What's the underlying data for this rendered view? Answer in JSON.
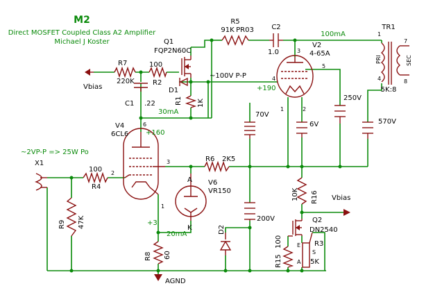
{
  "title": "M2",
  "subtitle_line1": "Direct MOSFET Coupled Class A2 Amplifier",
  "subtitle_line2": "Michael J Koster",
  "q1": {
    "name": "Q1",
    "part": "FQP2N60C"
  },
  "r7": {
    "name": "R7",
    "value": "220K"
  },
  "r2": {
    "name": "R2",
    "value": "100"
  },
  "vbias_left": "Vbias",
  "c1": {
    "name": "C1",
    "value": ".22"
  },
  "d1": "D1",
  "r1": {
    "name": "R1",
    "value": "1K"
  },
  "current_30ma": "30mA",
  "r5": {
    "name": "R5",
    "value": "91K",
    "value2": "PR03"
  },
  "c2": {
    "name": "C2",
    "value": "1.0"
  },
  "current_100ma": "100mA",
  "tr1": {
    "name": "TR1",
    "pri": "PRI",
    "sec": "SEC",
    "ratio": "5K:8"
  },
  "tr1_pins": [
    "1",
    "4",
    "7",
    "8"
  ],
  "v2": {
    "name": "V2",
    "part": "4-65A"
  },
  "v2_pins": [
    "3",
    "4",
    "5",
    "1",
    "2"
  ],
  "swing_label": "~100V P-P",
  "v_190": "+190",
  "supply_250": "250V",
  "supply_70": "70V",
  "supply_6": "6V",
  "supply_570": "570V",
  "supply_200": "200V",
  "v4": {
    "name": "V4",
    "part": "6CL6"
  },
  "v4_pins": [
    "6",
    "2",
    "3",
    "1"
  ],
  "v_160": "+160",
  "input_label": "~2VP-P => 25W Po",
  "x1": "X1",
  "r4": {
    "name": "R4",
    "value": "100"
  },
  "r6": {
    "name": "R6",
    "value": "2K5"
  },
  "r9": {
    "name": "R9",
    "value": "47K"
  },
  "v6": {
    "name": "V6",
    "part": "VR150",
    "anode": "A",
    "cathode": "K"
  },
  "v_3": "+3",
  "current_20ma": "20mA",
  "r8": {
    "name": "R8",
    "value": "60"
  },
  "agnd": "AGND",
  "d2": "D2",
  "r16": {
    "name": "R16",
    "value": "10K"
  },
  "vbias_right": "Vbias",
  "q2": {
    "name": "Q2",
    "part": "DN2540"
  },
  "r15": {
    "name": "R15",
    "value": "100"
  },
  "r3": {
    "name": "R3",
    "value": "5K"
  },
  "pot_pins": [
    "E",
    "S",
    "A"
  ],
  "colors": {
    "wire": "#0a8a0a",
    "component": "#8a1010",
    "title": "#0a8a0a"
  }
}
